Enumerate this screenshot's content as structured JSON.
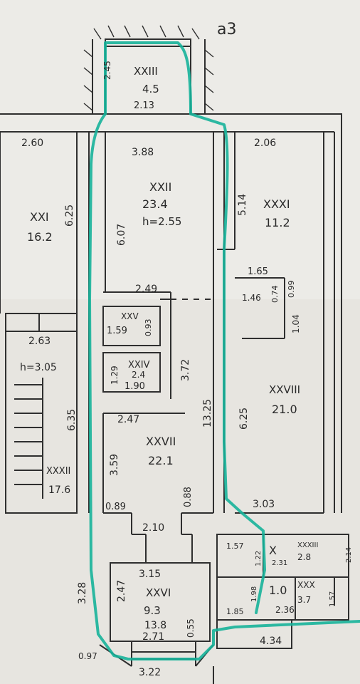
{
  "sheet": {
    "paper_color": "#ecebe7",
    "line_color": "#2f2f2f",
    "highlight_color": "#17b39a",
    "corner_mark": "а3"
  },
  "rooms": [
    {
      "id": "xxiii",
      "number": "XXIII",
      "area": "4.5"
    },
    {
      "id": "xxi",
      "number": "XXI",
      "area": "16.2"
    },
    {
      "id": "xxii",
      "number": "XXII",
      "area": "23.4",
      "height": "h=2.55"
    },
    {
      "id": "xxxi",
      "number": "XXXI",
      "area": "11.2"
    },
    {
      "id": "xxv",
      "number": "XXV",
      "area": "1.59"
    },
    {
      "id": "xxiv",
      "number": "XXIV",
      "area": "2.4",
      "alt_area": "1.90"
    },
    {
      "id": "xxxii",
      "number": "XXXII",
      "area": "17.6"
    },
    {
      "id": "xxvii",
      "number": "XXVII",
      "area": "22.1"
    },
    {
      "id": "xxviii",
      "number": "XXVIII",
      "area": "21.0"
    },
    {
      "id": "xxvi",
      "number": "XXVI",
      "area": "9.3",
      "alt_area": "13.8"
    },
    {
      "id": "xxxiii",
      "number": "XXXIII",
      "area": "2.8"
    },
    {
      "id": "xxx",
      "number": "XXX",
      "area": "3.7"
    },
    {
      "id": "x",
      "number": "X",
      "area": "1.0"
    }
  ],
  "dimensions": [
    "2.45",
    "2.13",
    "2.60",
    "6.25",
    "3.88",
    "6.07",
    "2.06",
    "5.14",
    "1.65",
    "0.99",
    "0.74",
    "1.46",
    "1.04",
    "2.49",
    "0.93",
    "2.63",
    "h=3.05",
    "1.29",
    "3.72",
    "6.35",
    "2.47",
    "3.59",
    "13.25",
    "6.25",
    "0.89",
    "0.88",
    "2.10",
    "3.03",
    "3.15",
    "2.47",
    "3.28",
    "2.71",
    "0.55",
    "0.97",
    "3.22",
    "1.57",
    "1.22",
    "2.31",
    "2.14",
    "1.57",
    "1.85",
    "2.36",
    "4.34",
    "1.98"
  ]
}
